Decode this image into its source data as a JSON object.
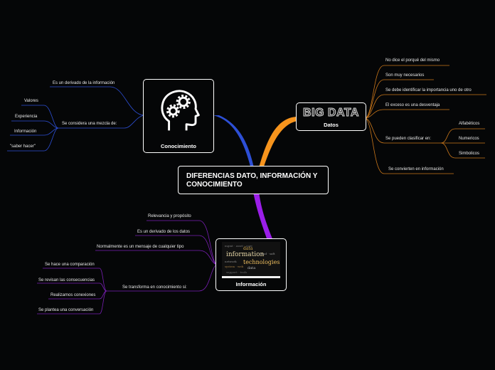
{
  "central": {
    "title": "DIFERENCIAS DATO, INFORMACIÓN Y CONOCIMIENTO"
  },
  "conocimiento": {
    "label": "Conocimiento",
    "icon": "head-gears-icon",
    "color": "#2d4fd6",
    "items": {
      "derivado": "Es un derivado de la información",
      "mezcla": "Se considera una mezcla de:",
      "valores": "Valores",
      "experiencia": "Experiencia",
      "informacion": "Información",
      "saber_hacer": "\"saber hacer\""
    }
  },
  "datos": {
    "title_image": "BIG DATA",
    "label": "Datos",
    "color": "#f7941d",
    "items": {
      "porque": "No dice el porqué del mismo",
      "necesarios": "Son muy necesarios",
      "identificar": "Se debe identificar la importancia uno de otro",
      "exceso": "El exceso es una desventaja",
      "clasificar": "Se pueden clasificar en:",
      "alfabeticos": "Alfabéticos",
      "numericos": "Numericos",
      "simbolicos": "Simbolicos",
      "convierten": "Se convierten en información"
    }
  },
  "informacion": {
    "label": "Información",
    "image_words": {
      "w1": "information",
      "w2": "technologies",
      "w3": "data"
    },
    "color": "#9b1ee8",
    "items": {
      "relevancia": "Relevancia y propósito",
      "derivado": "Es un derivado de los datos",
      "mensaje": "Normalmente es un mensaje de cualquier tipo",
      "transforma": "Se transforma en conocimiento si:",
      "comparacion": "Se hace una comparación",
      "consecuencias": "Se revisan las consecuencias",
      "conexiones": "Realizamos conexiones",
      "conversacion": "Se plantea una conversación"
    }
  }
}
